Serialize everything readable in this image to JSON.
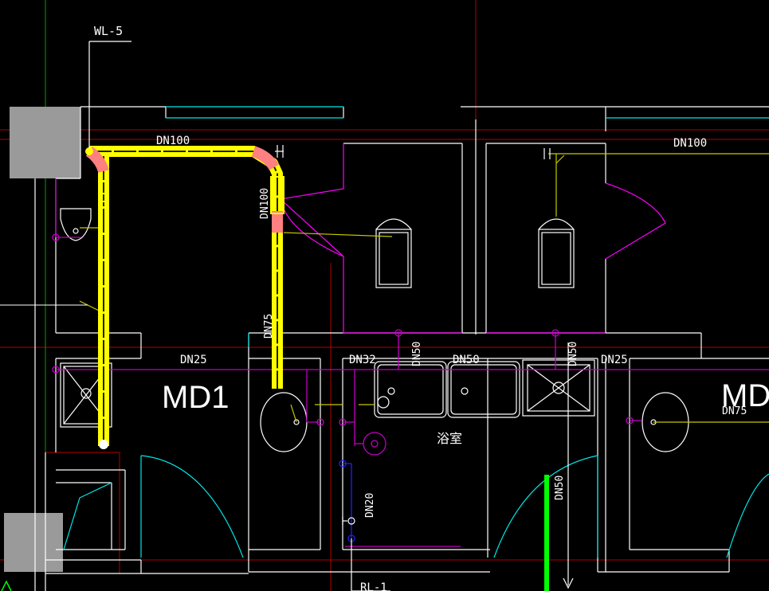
{
  "drawing": {
    "title": "CAD drainage plan (toilet / bathroom)",
    "colors": {
      "background": "#000000",
      "wall": "#ffffff",
      "door": "#ff00ff",
      "door_swing": "#00e5e5",
      "axis_red": "#b20000",
      "axis_green": "#00a000",
      "selected_pipe": "#ffff00",
      "pipe_magenta": "#c000c0",
      "pipe_blue": "#2020ff",
      "pipe_green": "#00ff00",
      "column": "#9a9a9a",
      "fitting": "#ff8080",
      "leader_yellow": "#c8c800"
    },
    "labels": {
      "riser": "WL-5",
      "dn100_top": "DN100",
      "dn100_right": "DN100",
      "dn100_vertical": "DN100",
      "dn75_vertical": "DN75",
      "dn25_left": "DN25",
      "dn25_right": "DN25",
      "dn32": "DN32",
      "dn50_vert": "DN50",
      "dn50_horiz": "DN50",
      "dn50_right": "DN50",
      "dn20": "DN20",
      "dn50_bottom": "DN50",
      "dn75_right": "DN75",
      "room_left": "MD1",
      "room_right": "MD1",
      "room_name": "浴室",
      "bottom_tag": "RL-1"
    }
  }
}
